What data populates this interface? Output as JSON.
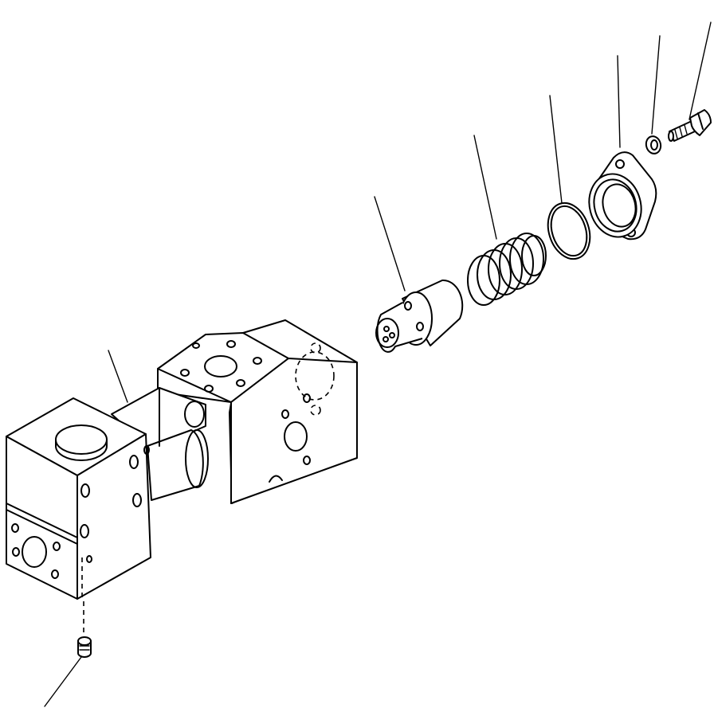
{
  "diagram": {
    "kind": "exploded parts view",
    "background": "#ffffff",
    "line_color": "#000000",
    "callout_count": 8,
    "parts": [
      {
        "id": "valve-body-assembly",
        "icon": "valve-body"
      },
      {
        "id": "plug",
        "icon": "plug"
      },
      {
        "id": "valve-spool",
        "icon": "spool"
      },
      {
        "id": "spring",
        "icon": "coil-spring"
      },
      {
        "id": "o-ring",
        "icon": "o-ring"
      },
      {
        "id": "cover",
        "icon": "flange-cover"
      },
      {
        "id": "washer",
        "icon": "washer"
      },
      {
        "id": "bolt",
        "icon": "hex-bolt"
      }
    ]
  }
}
